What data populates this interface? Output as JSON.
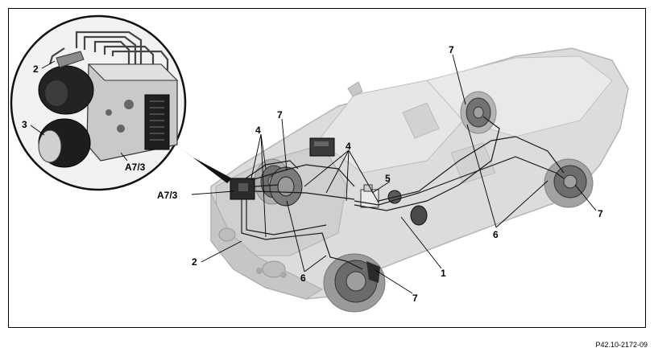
{
  "figure_code": "P42.10-2172-09",
  "callouts": {
    "c1": "1",
    "c2_inset": "2",
    "c2_main": "2",
    "c3": "3",
    "c4_left": "4",
    "c4_right": "4",
    "c5": "5",
    "c6_front": "6",
    "c6_rear": "6",
    "c7_front_wheel": "7",
    "c7_booster": "7",
    "c7_rear_top": "7",
    "c7_rear_right": "7",
    "a73_main": "A7/3",
    "a73_inset": "A7/3"
  },
  "colors": {
    "car_fill": "#d9d9d9",
    "car_dark": "#a8a8a8",
    "line": "#1a1a1a",
    "wheel": "#8c8c8c",
    "disc": "#5a5a5a",
    "inset_bg": "#f2f2f2",
    "unit_dark": "#262626"
  },
  "icons": [
    "car-body",
    "abs-control-unit",
    "brake-disc",
    "brake-booster",
    "brake-lines",
    "magnifier-inset"
  ]
}
